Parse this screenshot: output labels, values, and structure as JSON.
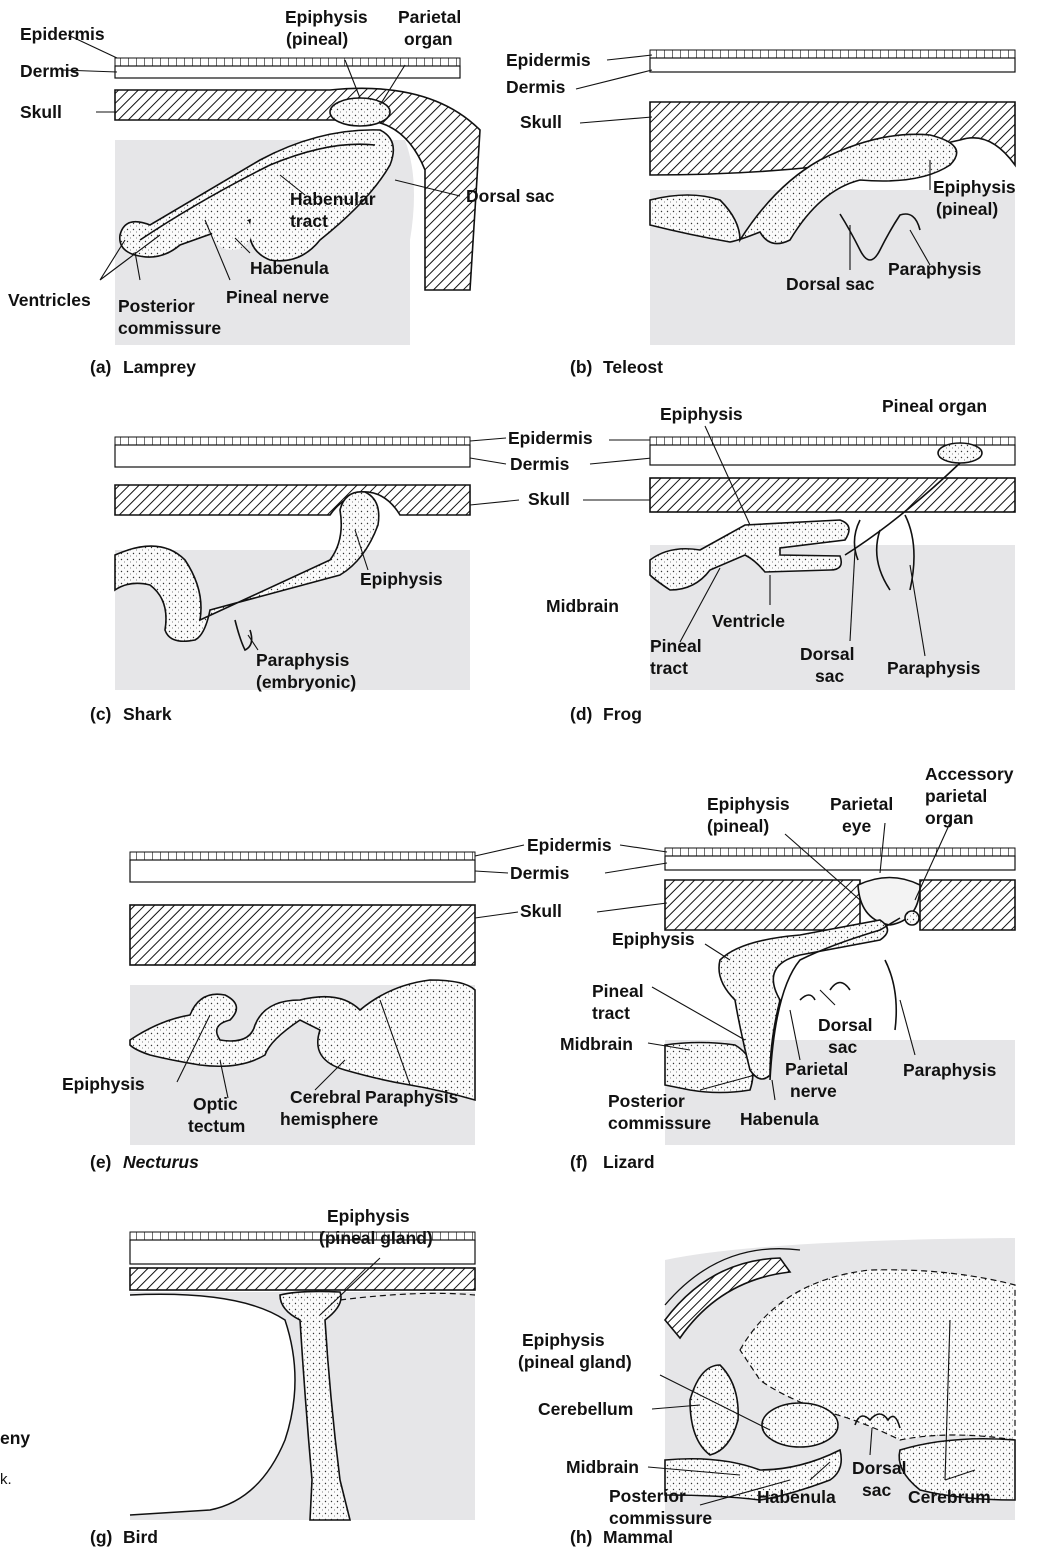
{
  "panels": [
    {
      "id": "a",
      "caption_letter": "(a)",
      "caption_name": "Lamprey",
      "italic": false,
      "labels": [
        "Epidermis",
        "Dermis",
        "Skull",
        "Epiphysis",
        "(pineal)",
        "Parietal",
        "organ",
        "Habenular",
        "tract",
        "Dorsal sac",
        "Habenula",
        "Ventricles",
        "Posterior",
        "commissure",
        "Pineal nerve"
      ]
    },
    {
      "id": "b",
      "caption_letter": "(b)",
      "caption_name": "Teleost",
      "italic": false,
      "labels": [
        "Epidermis",
        "Dermis",
        "Skull",
        "Epiphysis",
        "(pineal)",
        "Dorsal sac",
        "Paraphysis"
      ]
    },
    {
      "id": "c",
      "caption_letter": "(c)",
      "caption_name": "Shark",
      "italic": false,
      "labels": [
        "Epidermis",
        "Dermis",
        "Skull",
        "Epiphysis",
        "Paraphysis",
        "(embryonic)"
      ]
    },
    {
      "id": "d",
      "caption_letter": "(d)",
      "caption_name": "Frog",
      "italic": false,
      "labels": [
        "Epiphysis",
        "Pineal organ",
        "Midbrain",
        "Ventricle",
        "Pineal",
        "tract",
        "Dorsal",
        "sac",
        "Paraphysis"
      ]
    },
    {
      "id": "e",
      "caption_letter": "(e)",
      "caption_name": "Necturus",
      "italic": true,
      "labels": [
        "Epidermis",
        "Dermis",
        "Skull",
        "Epiphysis",
        "Optic",
        "tectum",
        "Cerebral",
        "hemisphere",
        "Paraphysis"
      ]
    },
    {
      "id": "f",
      "caption_letter": "(f)",
      "caption_name": "Lizard",
      "italic": false,
      "labels": [
        "Epiphysis",
        "(pineal)",
        "Parietal",
        "eye",
        "Accessory",
        "parietal",
        "organ",
        "Epiphysis",
        "Pineal",
        "tract",
        "Dorsal",
        "sac",
        "Midbrain",
        "Parietal",
        "nerve",
        "Paraphysis",
        "Posterior",
        "commissure",
        "Habenula"
      ]
    },
    {
      "id": "g",
      "caption_letter": "(g)",
      "caption_name": "Bird",
      "italic": false,
      "labels": [
        "Epiphysis",
        "(pineal gland)"
      ]
    },
    {
      "id": "h",
      "caption_letter": "(h)",
      "caption_name": "Mammal",
      "italic": false,
      "labels": [
        "Epiphysis",
        "(pineal gland)",
        "Cerebellum",
        "Midbrain",
        "Dorsal",
        "sac",
        "Posterior",
        "commissure",
        "Habenula",
        "Cerebrum"
      ]
    }
  ],
  "side_text": [
    "eny",
    "k."
  ]
}
